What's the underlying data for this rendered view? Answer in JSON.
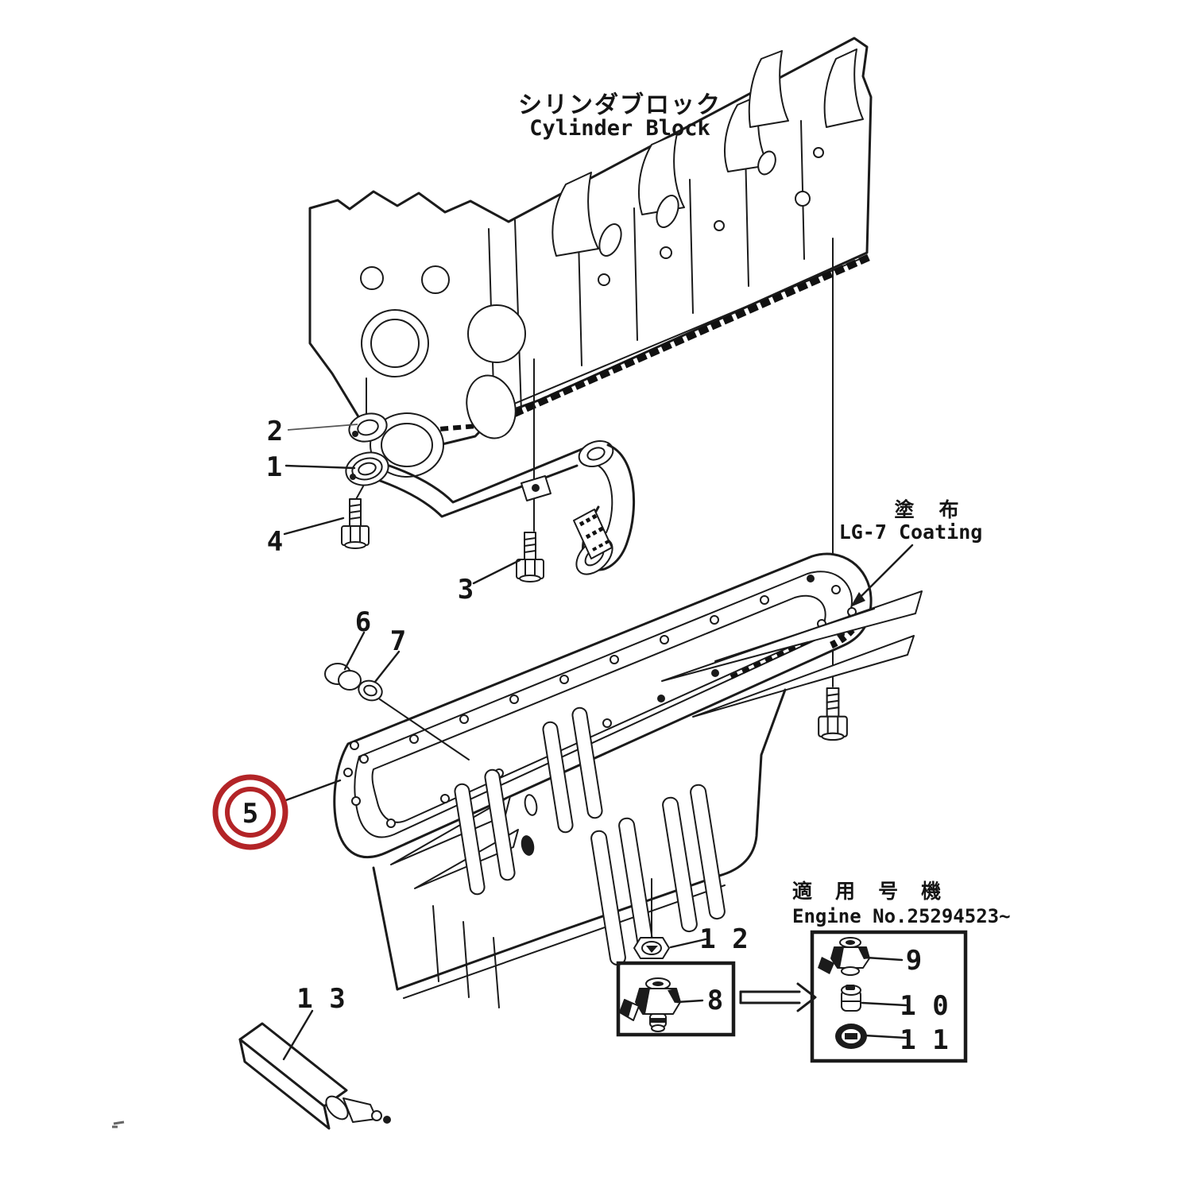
{
  "diagram": {
    "type": "parts-exploded-diagram",
    "subject": "Engine oil pan and cylinder block",
    "background": "#ffffff",
    "line_color": "#1b1b1b",
    "highlight_color": "#b32427",
    "labels": {
      "cylinder_block_jp": "シリンダブロック",
      "cylinder_block_en": "Cylinder Block",
      "coating_jp": "塗 布",
      "coating_en": "LG-7 Coating",
      "applicability_jp": "適 用 号 機",
      "applicability_en": "Engine No.25294523~"
    },
    "highlighted_part": "5",
    "callouts": {
      "c1": {
        "label": "1"
      },
      "c2": {
        "label": "2"
      },
      "c3": {
        "label": "3"
      },
      "c4": {
        "label": "4"
      },
      "c5": {
        "label": "5",
        "highlighted": true
      },
      "c6": {
        "label": "6"
      },
      "c7": {
        "label": "7"
      },
      "c8": {
        "label": "8"
      },
      "c9": {
        "label": "9"
      },
      "c10": {
        "label": "1 0"
      },
      "c11": {
        "label": "1 1"
      },
      "c12": {
        "label": "1 2"
      },
      "c13": {
        "label": "1 3"
      }
    }
  }
}
